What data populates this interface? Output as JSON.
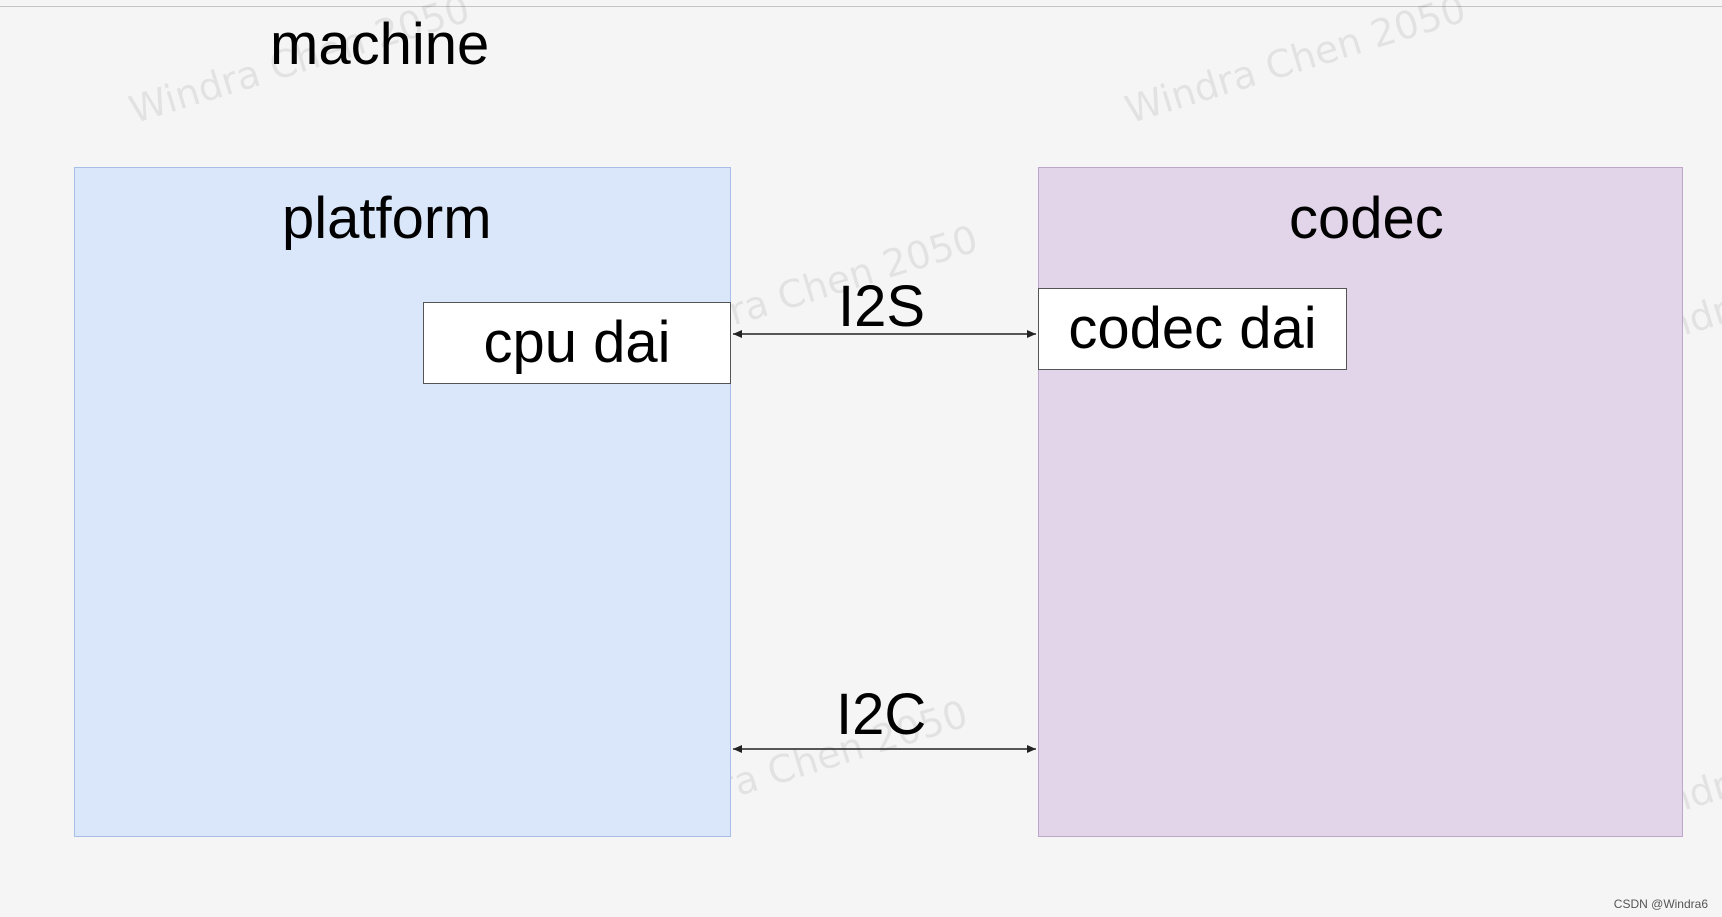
{
  "diagram": {
    "machine_label": "machine",
    "platform": {
      "label": "platform",
      "dai_label": "cpu dai",
      "color": "#dae7fa"
    },
    "codec": {
      "label": "codec",
      "dai_label": "codec dai",
      "color": "#e2d5e9"
    },
    "links": [
      {
        "label": "I2S",
        "from": "cpu dai",
        "to": "codec dai"
      },
      {
        "label": "I2C",
        "from": "platform",
        "to": "codec"
      }
    ]
  },
  "watermark": "Windra Chen 2050",
  "credit": "CSDN @Windra6"
}
